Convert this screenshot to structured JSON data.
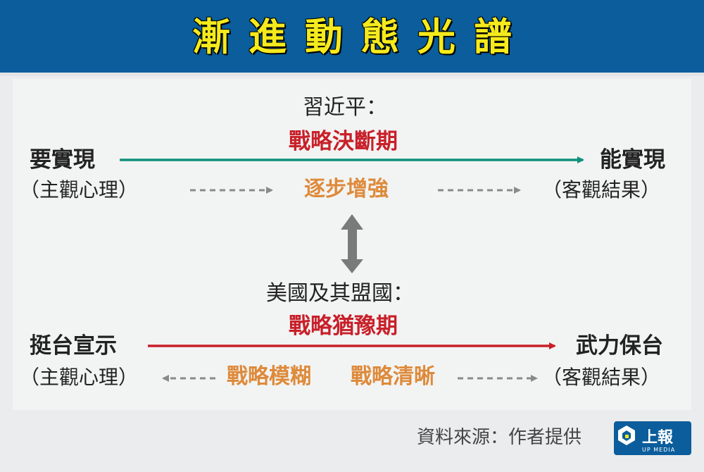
{
  "title": "漸進動態光譜",
  "xi": {
    "header": "習近平：",
    "period": "戰略決斷期",
    "left_label": "要實現",
    "left_sub": "（主觀心理）",
    "middle": "逐步增強",
    "right_label": "能實現",
    "right_sub": "（客觀結果）"
  },
  "us": {
    "header": "美國及其盟國：",
    "period": "戰略猶豫期",
    "left_label": "挺台宣示",
    "left_sub": "（主觀心理）",
    "middle_left": "戰略模糊",
    "middle_right": "戰略清晰",
    "right_label": "武力保台",
    "right_sub": "（客觀結果）"
  },
  "footer": {
    "source": "資料來源：作者提供",
    "logo_text": "上報",
    "logo_sub": "UP MEDIA"
  },
  "colors": {
    "banner": "#0b5d9c",
    "title": "#f5ea1c",
    "teal_arrow": "#10907a",
    "red_arrow": "#c8202a",
    "orange_text": "#de8a3b",
    "dashed_arrow": "#8a8a8a"
  }
}
